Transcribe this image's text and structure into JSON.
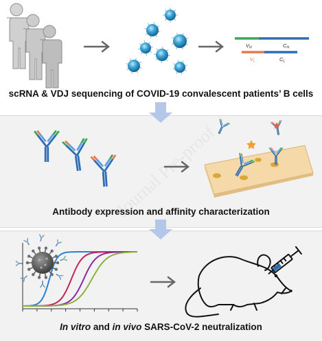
{
  "step1": {
    "caption": "scRNA & VDJ sequencing of COVID-19 convalescent patients’ B cells",
    "vdj_labels": {
      "vh": "V",
      "vh_sub": "H",
      "ch": "C",
      "ch_sub": "H",
      "vl": "V",
      "vl_sub": "L",
      "cl": "C",
      "cl_sub": "L"
    }
  },
  "step2": {
    "caption": "Antibody expression and affinity characterization"
  },
  "step3": {
    "caption_parts": {
      "a": "In vitro",
      "b": " and ",
      "c": "in vivo",
      "d": " SARS-CoV-2 neutralization"
    }
  },
  "watermark": "Journal Pre-proof",
  "colors": {
    "arrow_gray": "#666666",
    "down_arrow": "#b4c6ea",
    "heavy_chain": "#2e6db4",
    "light_chain": "#5aa0dc",
    "variable_green": "#3aa65a",
    "variable_orange": "#e8794a",
    "cell_blue": "#2f9fd0",
    "plate": "#f5d9a8",
    "curve_blue": "#2a7fd4",
    "curve_red": "#c0245a",
    "curve_purple": "#8a2aa0",
    "curve_green": "#8db03a"
  },
  "icons": [
    "patients-icon",
    "b-cells-icon",
    "vdj-sequence-icon",
    "antibodies-icon",
    "affinity-plate-icon",
    "virus-icon",
    "neutralization-curves-icon",
    "mouse-injection-icon"
  ]
}
